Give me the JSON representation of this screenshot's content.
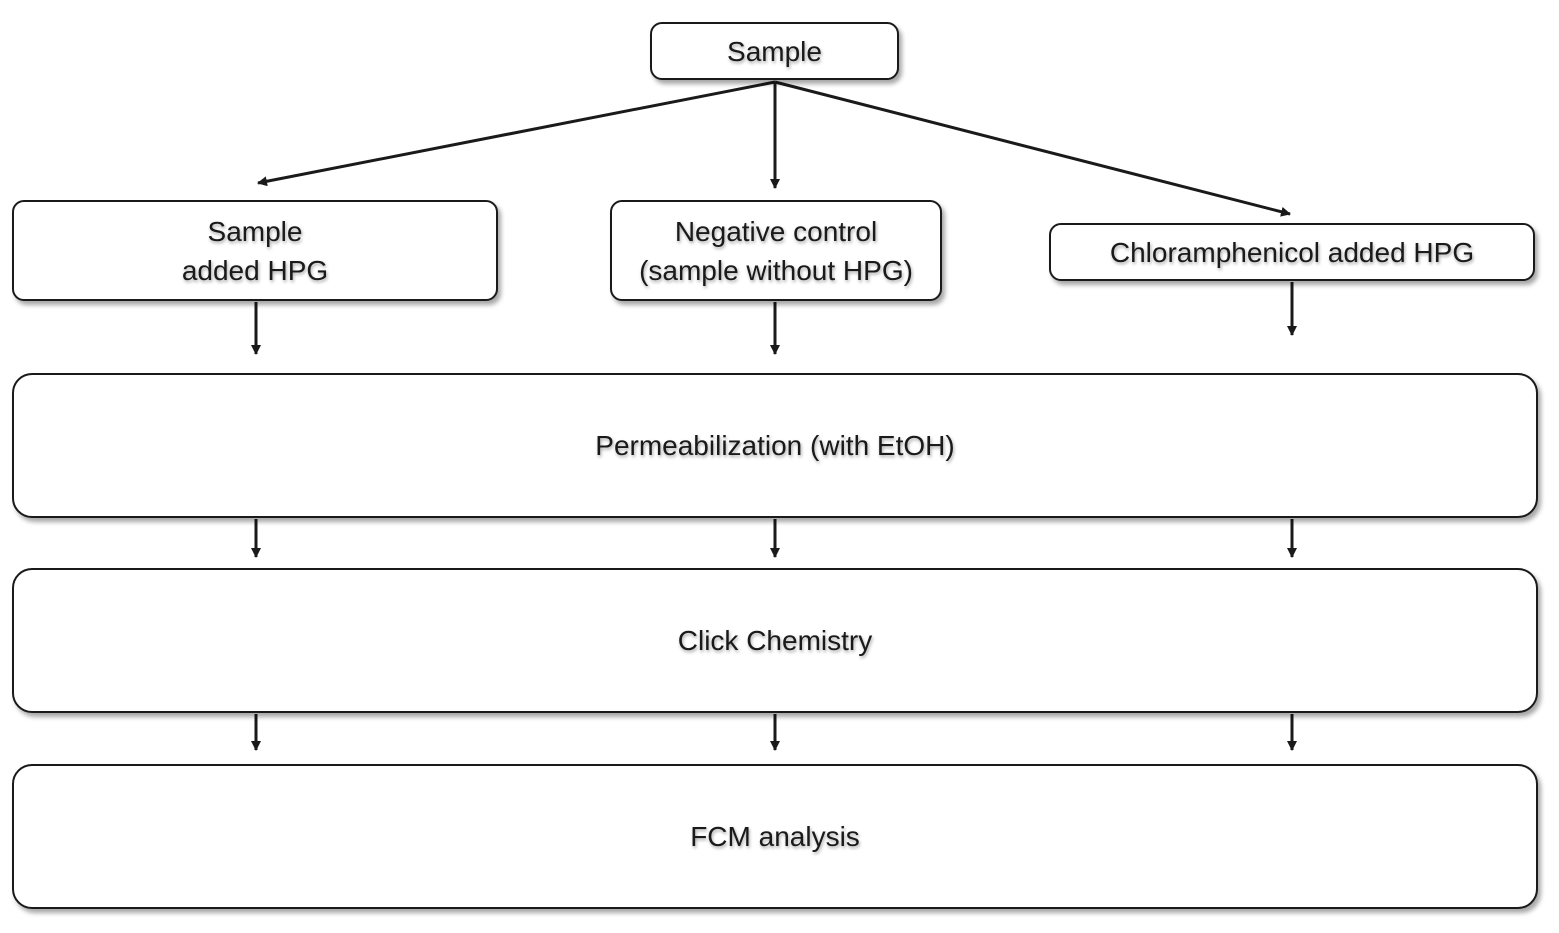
{
  "nodes": {
    "sample": {
      "text": "Sample"
    },
    "sample_hpg": {
      "line1": "Sample",
      "line2": "added HPG"
    },
    "negative_control": {
      "line1": "Negative control",
      "line2": "(sample without HPG)"
    },
    "chloramphenicol": {
      "text": "Chloramphenicol added HPG"
    },
    "permeabilization": {
      "text": "Permeabilization (with EtOH)"
    },
    "click_chemistry": {
      "text": "Click Chemistry"
    },
    "fcm_analysis": {
      "text": "FCM analysis"
    }
  },
  "edges": [
    {
      "from": "sample",
      "to": "sample_hpg"
    },
    {
      "from": "sample",
      "to": "negative_control"
    },
    {
      "from": "sample",
      "to": "chloramphenicol"
    },
    {
      "from": "sample_hpg",
      "to": "permeabilization"
    },
    {
      "from": "negative_control",
      "to": "permeabilization"
    },
    {
      "from": "chloramphenicol",
      "to": "permeabilization"
    },
    {
      "from": "permeabilization",
      "to": "click_chemistry"
    },
    {
      "from": "click_chemistry",
      "to": "fcm_analysis"
    }
  ],
  "colors": {
    "line": "#1a1a1a",
    "box_fill": "#ffffff",
    "text": "#1a1a1a"
  }
}
